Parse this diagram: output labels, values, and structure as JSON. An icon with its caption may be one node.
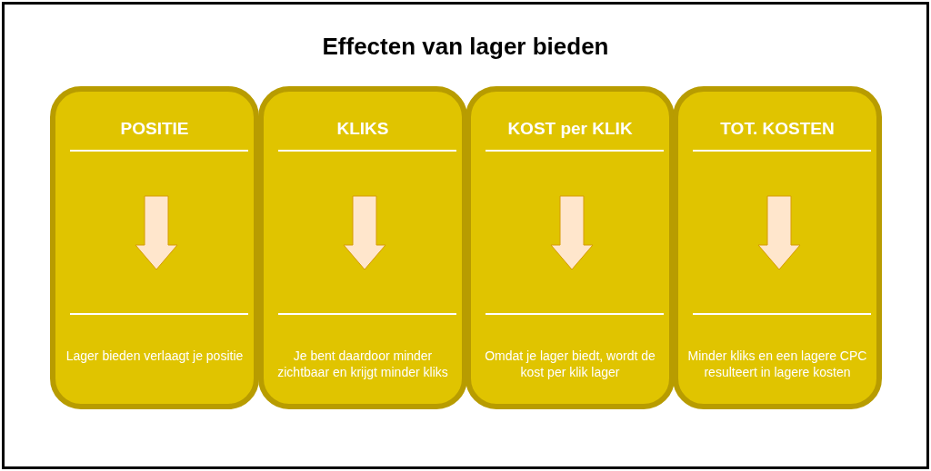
{
  "diagram": {
    "title": "Effecten van lager bieden",
    "nodes": [
      {
        "text": [
          "POSITIE",
          "Lager bieden verlaagt je positie"
        ]
      },
      {
        "text": [
          "KLIKS",
          "Je bent daardoor minder zichtbaar en krijgt minder kliks"
        ]
      },
      {
        "text": [
          "KOST per KLIK",
          "Omdat je lager biedt, wordt de kost per klik lager"
        ]
      },
      {
        "text": [
          "TOT. KOSTEN",
          "Minder kliks en een lagere CPC resulteert in lagere kosten"
        ]
      }
    ],
    "edges": []
  }
}
